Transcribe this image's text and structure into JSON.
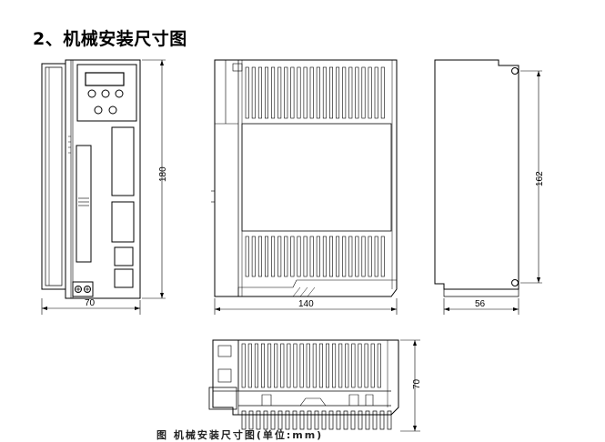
{
  "title": "2、机械安装尺寸图",
  "dimensions": {
    "front_width": "70",
    "front_height": "180",
    "side_width": "140",
    "back_width": "56",
    "back_height": "162",
    "bottom_height": "70"
  },
  "caption": "图  机械安装尺寸图(单位:mm)"
}
